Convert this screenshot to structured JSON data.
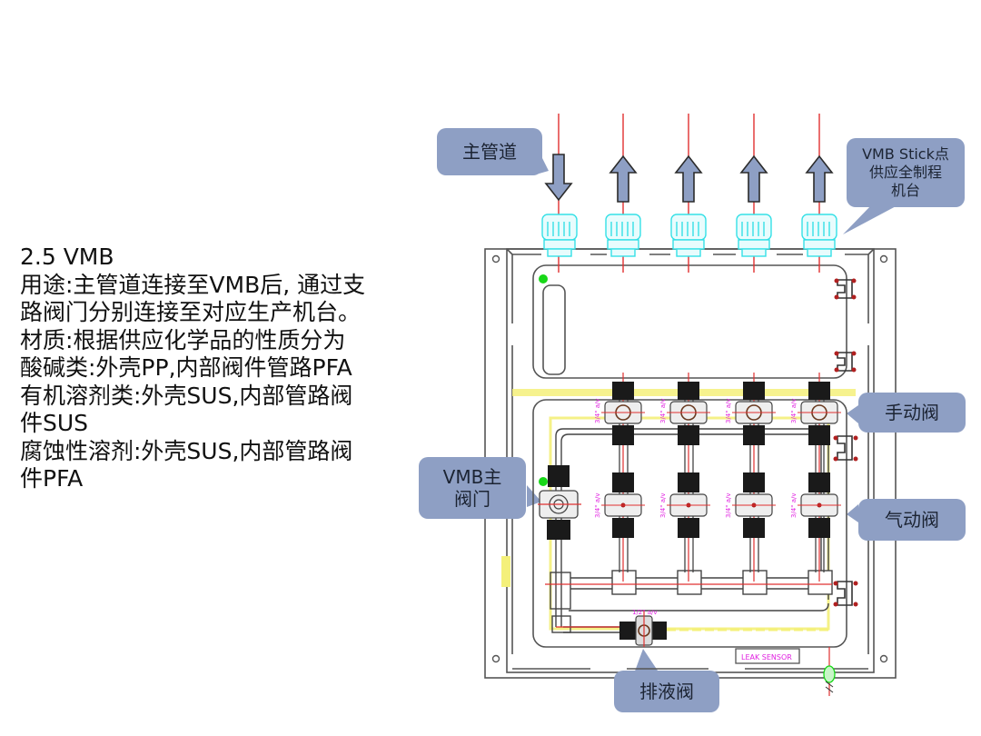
{
  "slide": {
    "title": "2.5 VMB",
    "lines": [
      "用途:主管道连接至VMB后, 通过支",
      "路阀门分别连接至对应生产机台。",
      "材质:根据供应化学品的性质分为",
      "酸碱类:外壳PP,内部阀件管路PFA",
      "有机溶剂类:外壳SUS,内部管路阀",
      "件SUS",
      "腐蚀性溶剂:外壳SUS,内部管路阀",
      "件PFA"
    ]
  },
  "callouts": {
    "main_pipe": "主管道",
    "vmb_stick_1": "VMB Stick点",
    "vmb_stick_2": "供应全制程",
    "vmb_stick_3": "机台",
    "manual_valve": "手动阀",
    "vmb_main_valve_1": "VMB主",
    "vmb_main_valve_2": "阀门",
    "pneumatic_valve": "气动阀",
    "drain_valve": "排液阀"
  },
  "diagram": {
    "leak_sensor_label": "LEAK SENSOR",
    "drain_valve_size": "1/2\" a/v",
    "branch_valve_size": "3/4\" a/v",
    "flow": [
      "in",
      "out",
      "out",
      "out",
      "out"
    ],
    "colors": {
      "callout_fill": "#8e9fc4",
      "arrow_fill": "#8e9fc4",
      "fitting_cyan": "#35e0e6",
      "pipe_red": "#e03030",
      "highlight_yellow": "#f4f07a",
      "label_magenta": "#e020e0",
      "indicator_green": "#18d818"
    }
  }
}
